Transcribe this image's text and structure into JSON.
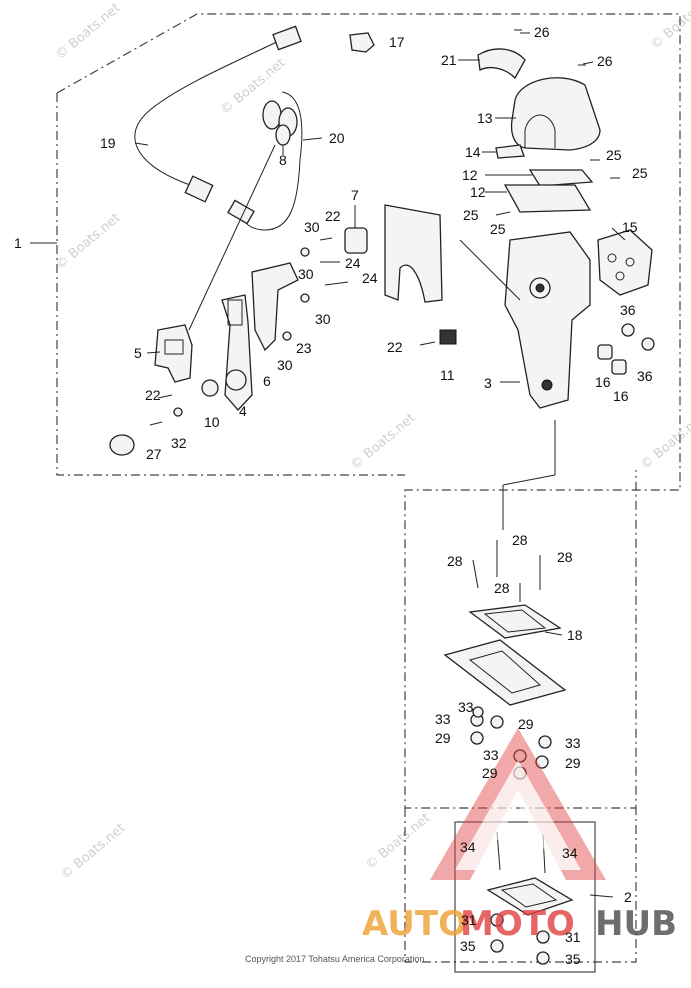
{
  "labels": {
    "p1": "1",
    "p2": "2",
    "p3": "3",
    "p4": "4",
    "p5": "5",
    "p6": "6",
    "p7": "7",
    "p8": "8",
    "p10": "10",
    "p11": "11",
    "p12a": "12",
    "p12b": "12",
    "p13": "13",
    "p14": "14",
    "p15": "15",
    "p16a": "16",
    "p16b": "16",
    "p17": "17",
    "p18": "18",
    "p19": "19",
    "p20": "20",
    "p21": "21",
    "p22a": "22",
    "p22b": "22",
    "p22c": "22",
    "p23": "23",
    "p24a": "24",
    "p24b": "24",
    "p25a": "25",
    "p25b": "25",
    "p25c": "25",
    "p25d": "25",
    "p26a": "26",
    "p26b": "26",
    "p27": "27",
    "p28a": "28",
    "p28b": "28",
    "p28c": "28",
    "p28d": "28",
    "p29a": "29",
    "p29b": "29",
    "p29c": "29",
    "p29d": "29",
    "p30a": "30",
    "p30b": "30",
    "p30c": "30",
    "p30d": "30",
    "p31a": "31",
    "p31b": "31",
    "p32": "32",
    "p33a": "33",
    "p33b": "33",
    "p33c": "33",
    "p33d": "33",
    "p34a": "34",
    "p34b": "34",
    "p35a": "35",
    "p35b": "35",
    "p36a": "36",
    "p36b": "36"
  },
  "watermark": "© Boats.net",
  "copyright": "Copyright 2017 Tohatsu America Corporation",
  "brand": {
    "part1": "AUTO",
    "part2": "MOTO",
    "part3": "HUB",
    "color_orange": "#f0a030",
    "color_red": "#e04040",
    "color_gray": "#555555"
  }
}
